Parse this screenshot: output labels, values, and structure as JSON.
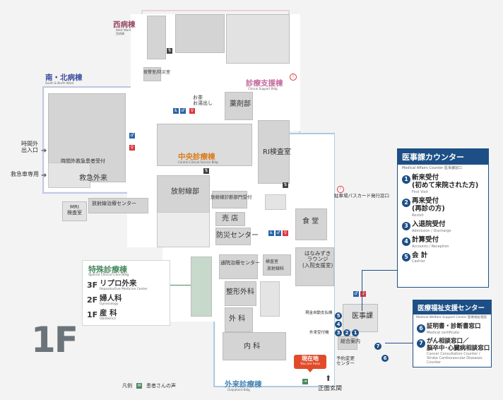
{
  "floor_label": "1F",
  "colors": {
    "nishi": "#9a4b63",
    "minami_kita": "#3d4e9e",
    "chuo": "#d97c1a",
    "shinryo_shien": "#c66b9c",
    "gairai": "#4a86b4",
    "tokushu": "#4a8a5e",
    "panel": "#1d4f86",
    "current": "#e14b2a"
  },
  "wings": {
    "nishi": {
      "ja": "西病棟",
      "en": "West Ward",
      "sub": "西病棟"
    },
    "minami_kita": {
      "ja": "南・北病棟",
      "en": "South & North Ward",
      "sub": "南・北病棟"
    },
    "shinryo_shien": {
      "ja": "診療支援棟",
      "en": "Clinical Support Bldg"
    },
    "chuo": {
      "ja": "中央診療棟",
      "en": "Central Clinical Service Bldg"
    },
    "gairai": {
      "ja": "外来診療棟",
      "en": "Outpatient Bldg"
    }
  },
  "rooms": {
    "bosaishitsu": "夜警室/防災室",
    "otearai": "お茶\nお湯出し",
    "yakuzaibu": "薬剤部",
    "ri": "RI検査室",
    "jikangai_uketsuke": "時間外救急患者受付",
    "kyukyu": "救急外来",
    "mri": "MRI\n検査室",
    "hoshasen_chiryo": "放射線治療センター",
    "hoshasenbu": "放射線部",
    "hoshasen_uketsuke": "放射線診断部門受付",
    "baiten": "売 店",
    "bosai_center": "防災センター",
    "tsuin_chiryo": "通院治療センター",
    "keisei_geka": "整形外科",
    "geka": "外 科",
    "naika": "内 科",
    "shokudo": "食 堂",
    "hanamizuki": "はなみずき\nラウンジ\n(入院支援室)",
    "iji": "医事課",
    "sogo_annai": "総合案内",
    "yoyaku_henko": "予約変更\nセンター",
    "chuusha": "駐車場パスカード発行窓口",
    "gaitou": "外来受付機",
    "kensa": "検査室",
    "hoshasenka": "放射線科",
    "ginkou": "現金自動支払機"
  },
  "labels": {
    "jikangai_iriguchi": "時間外\n出入口",
    "kyukyusha": "救急車専用",
    "seimon": "正面玄関",
    "genzaichi": "現在地",
    "genzaichi_en": "You are here",
    "hanrei": "凡例",
    "kanja_koe": "患者さんの声",
    "chuo_en": "Central Clinical Service Bldg"
  },
  "tokushu": {
    "title": "特殊診療棟",
    "en": "Special Clinical Care Bldg",
    "floors": [
      {
        "floor": "3F",
        "name": "リプロ外来",
        "en": "Reproductive Medicine Center"
      },
      {
        "floor": "2F",
        "name": "婦人科",
        "en": "Gynecology"
      },
      {
        "floor": "1F",
        "name": "産 科",
        "en": "Obstetrics"
      }
    ]
  },
  "panel_iji": {
    "title": "医事課カウンター",
    "subtitle": "Medical Affairs Counter 医事課窓口",
    "items": [
      {
        "n": "1",
        "main": "新来受付\n(初めて来院された方)",
        "en": "First Visit"
      },
      {
        "n": "2",
        "main": "再来受付\n(再診の方)",
        "en": "Revisit"
      },
      {
        "n": "3",
        "main": "入退院受付",
        "en": "Admission / Discharge"
      },
      {
        "n": "4",
        "main": "計算受付",
        "en": "Accounts / Reception"
      },
      {
        "n": "5",
        "main": "会 計",
        "en": "Cashier"
      }
    ]
  },
  "panel_fukushi": {
    "title": "医療福祉支援センター",
    "subtitle": "Medical Welfare Support Center 医療福祉相談",
    "items": [
      {
        "n": "6",
        "main": "証明書・診断書窓口",
        "en": "Medical certificate"
      },
      {
        "n": "7",
        "main": "がん相談窓口／\n脳卒中･心臓病相談窓口",
        "en": "Cancer Consultation Counter / Stroke Cardiovascular Diseases Counter"
      }
    ]
  }
}
